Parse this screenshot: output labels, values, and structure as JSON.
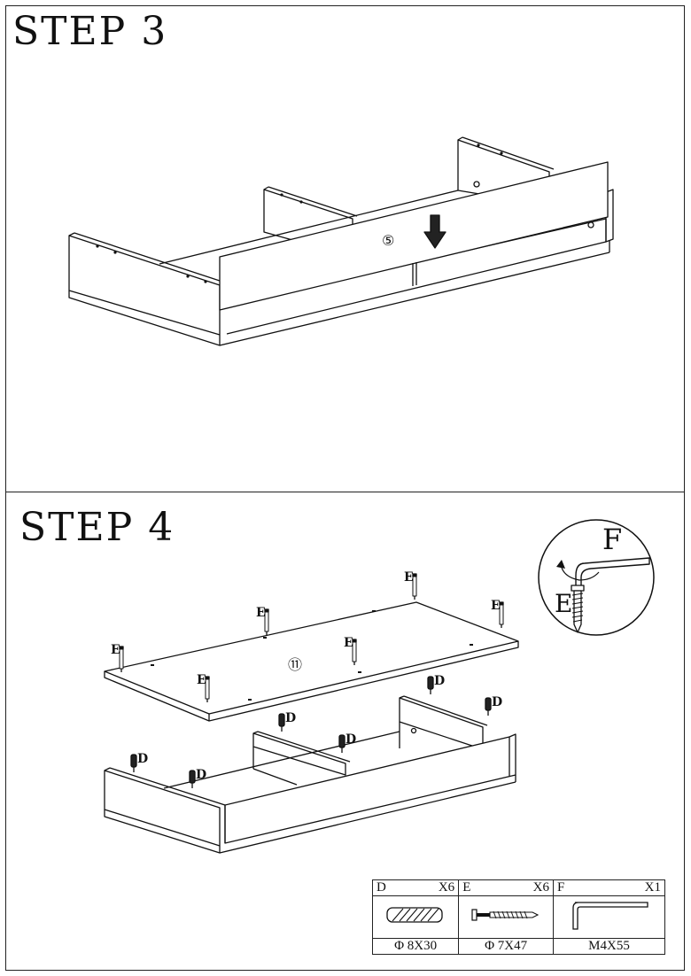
{
  "step3": {
    "title": "STEP 3",
    "panel_label": "⑤"
  },
  "step4": {
    "title": "STEP 4",
    "panel_label": "⑪",
    "screw_label": "E",
    "dowel_label": "D",
    "detail": {
      "wrench_label": "F",
      "screw_label": "E"
    }
  },
  "hardware": [
    {
      "letter": "D",
      "qty": "X6",
      "size": "Φ 8X30",
      "icon": "dowel-icon"
    },
    {
      "letter": "E",
      "qty": "X6",
      "size": "Φ 7X47",
      "icon": "screw-icon"
    },
    {
      "letter": "F",
      "qty": "X1",
      "size": "M4X55",
      "icon": "allen-key-icon"
    }
  ]
}
